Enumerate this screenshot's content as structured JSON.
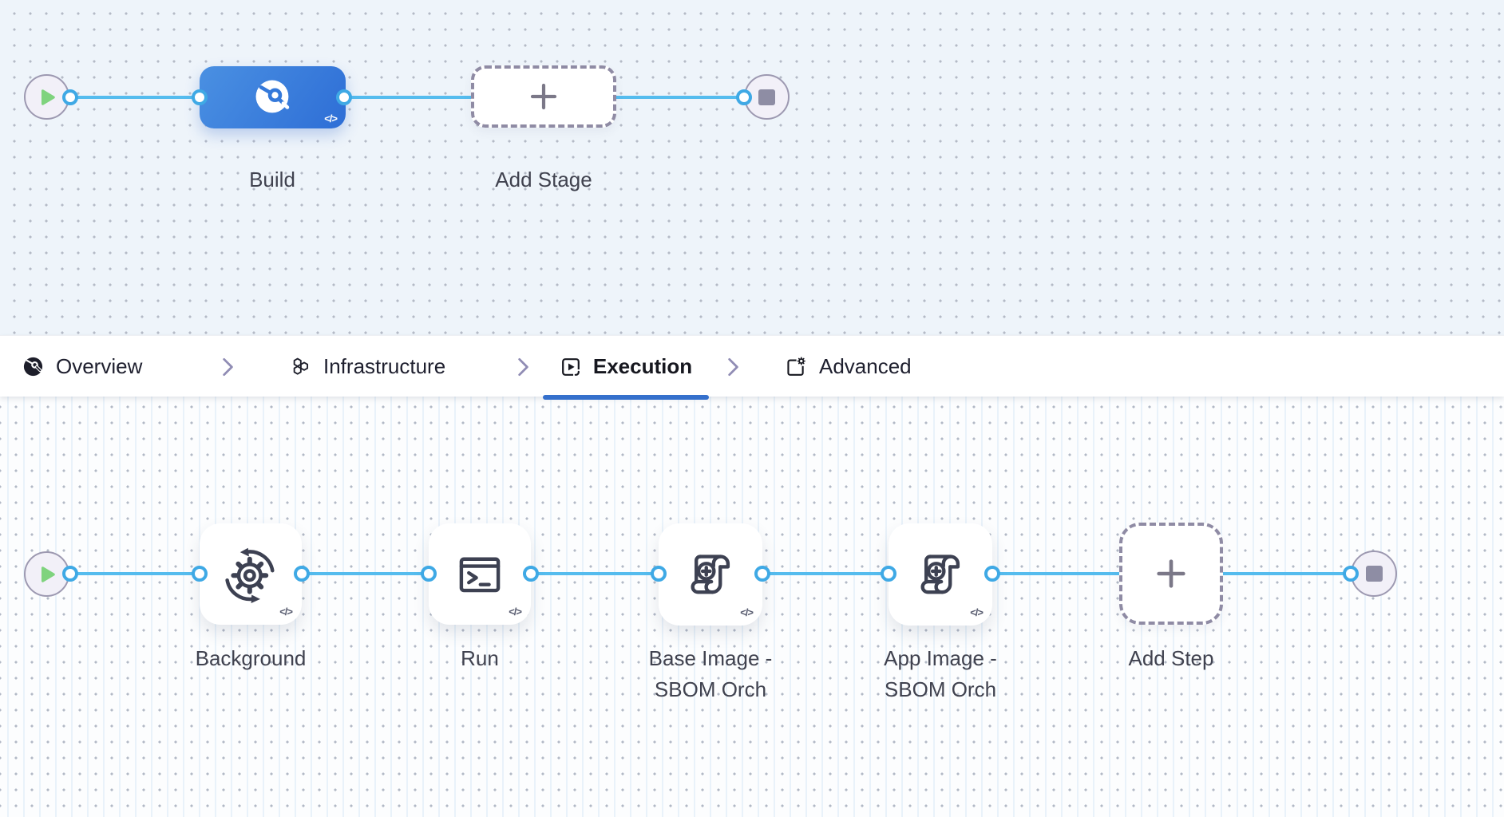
{
  "code_toggle": "</>",
  "stage_canvas": {
    "stage_build": {
      "label": "Build",
      "icon": "harness-ci-build-icon"
    },
    "add_stage": {
      "label": "Add Stage"
    }
  },
  "tabs": {
    "overview": {
      "label": "Overview",
      "icon": "pipeline-overview-icon"
    },
    "infrastructure": {
      "label": "Infrastructure",
      "icon": "hexagons-infrastructure-icon"
    },
    "execution": {
      "label": "Execution",
      "icon": "play-box-execution-icon",
      "active": true
    },
    "advanced": {
      "label": "Advanced",
      "icon": "advanced-settings-icon"
    }
  },
  "execution_canvas": {
    "steps": [
      {
        "label": "Background",
        "icon": "gear-sync-icon"
      },
      {
        "label": "Run",
        "icon": "terminal-icon"
      },
      {
        "label": "Base Image - SBOM Orch",
        "icon": "scroll-plus-icon"
      },
      {
        "label": "App Image - SBOM Orch",
        "icon": "scroll-plus-icon"
      }
    ],
    "add_step": {
      "label": "Add Step"
    }
  },
  "colors": {
    "connector_line": "#55bcee",
    "port_ring": "#3fa9e5",
    "stage_gradient_start": "#4a90e2",
    "stage_gradient_end": "#2e6ed6",
    "active_tab_underline": "#3570cc",
    "stage_canvas_bg": "#eef4fa",
    "exec_canvas_bg": "#fcfdfe",
    "start_node_play": "#7fd37e",
    "end_node_square": "#8e8da4"
  }
}
